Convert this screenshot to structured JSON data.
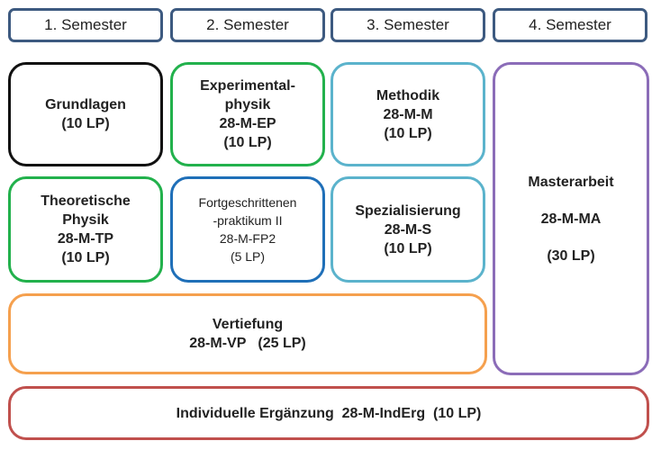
{
  "colors": {
    "header_border": "#3d5a80",
    "grundlagen": "#111111",
    "green": "#22b14c",
    "blue": "#1f6fb8",
    "light_blue": "#5bb3cc",
    "purple": "#8b6cb8",
    "orange": "#f5a04e",
    "red": "#c0504d"
  },
  "semesters": [
    "1. Semester",
    "2. Semester",
    "3. Semester",
    "4. Semester"
  ],
  "modules": {
    "grundlagen": [
      "Grundlagen",
      "(10 LP)"
    ],
    "experimental": [
      "Experimental-",
      "physik",
      "28-M-EP",
      "(10 LP)"
    ],
    "methodik": [
      "Methodik",
      "28-M-M",
      "(10 LP)"
    ],
    "masterarbeit": [
      "Masterarbeit",
      "28-M-MA",
      "(30 LP)"
    ],
    "theoretische": [
      "Theoretische",
      "Physik",
      "28-M-TP",
      "(10 LP)"
    ],
    "fortgeschritten": [
      "Fortgeschrittenen",
      "-praktikum II",
      "28-M-FP2",
      "(5 LP)"
    ],
    "spezialisierung": [
      "Spezialisierung",
      "28-M-S",
      "(10 LP)"
    ],
    "vertiefung": [
      "Vertiefung",
      "28-M-VP   (25 LP)"
    ],
    "ergaenzung": [
      "Individuelle Ergänzung  28-M-IndErg  (10 LP)"
    ]
  }
}
